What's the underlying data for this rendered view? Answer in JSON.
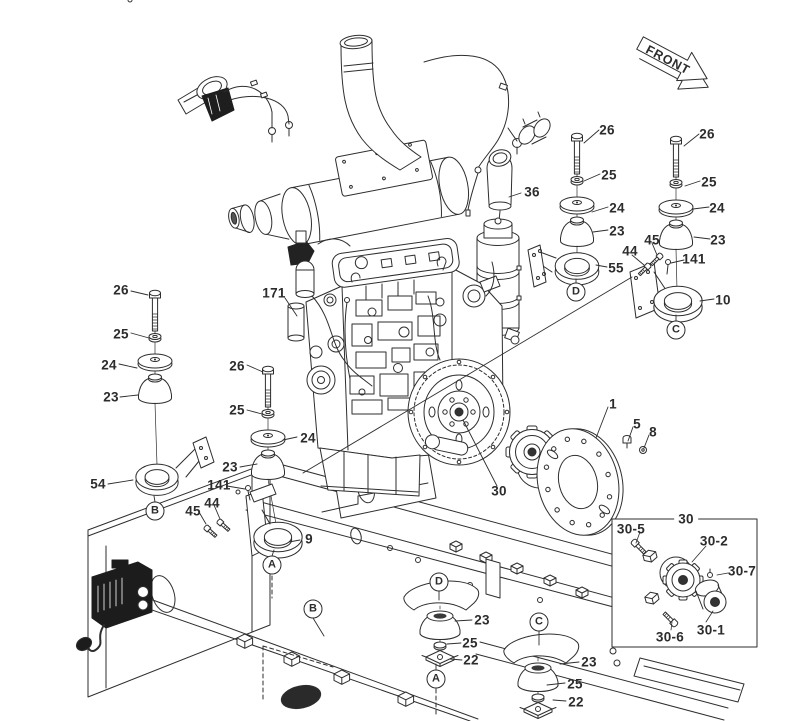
{
  "front_label": "FRONT",
  "parts": {
    "mounting_bolt": "26",
    "washer": "25",
    "mount_upper_plate": "24",
    "rubber_mount": "23",
    "lower_rubber_mount": "22",
    "bracket_a": "9",
    "bracket_b": "54",
    "bracket_c": "10",
    "bracket_d": "55",
    "hex_bolt": "44",
    "plain_washer": "45",
    "stopper_pin": "141",
    "engine": "171",
    "exhaust_elbow": "36",
    "drive_plate": "1",
    "plate_bolt": "5",
    "plate_washer": "8",
    "coupling": "30",
    "coupling_hub": "30-1",
    "coupling_element": "30-2",
    "coupling_bolt": "30-5",
    "coupling_capscrew": "30-6",
    "coupling_setscrew": "30-7"
  },
  "markers": {
    "a": "A",
    "b": "B",
    "c": "C",
    "d": "D"
  }
}
